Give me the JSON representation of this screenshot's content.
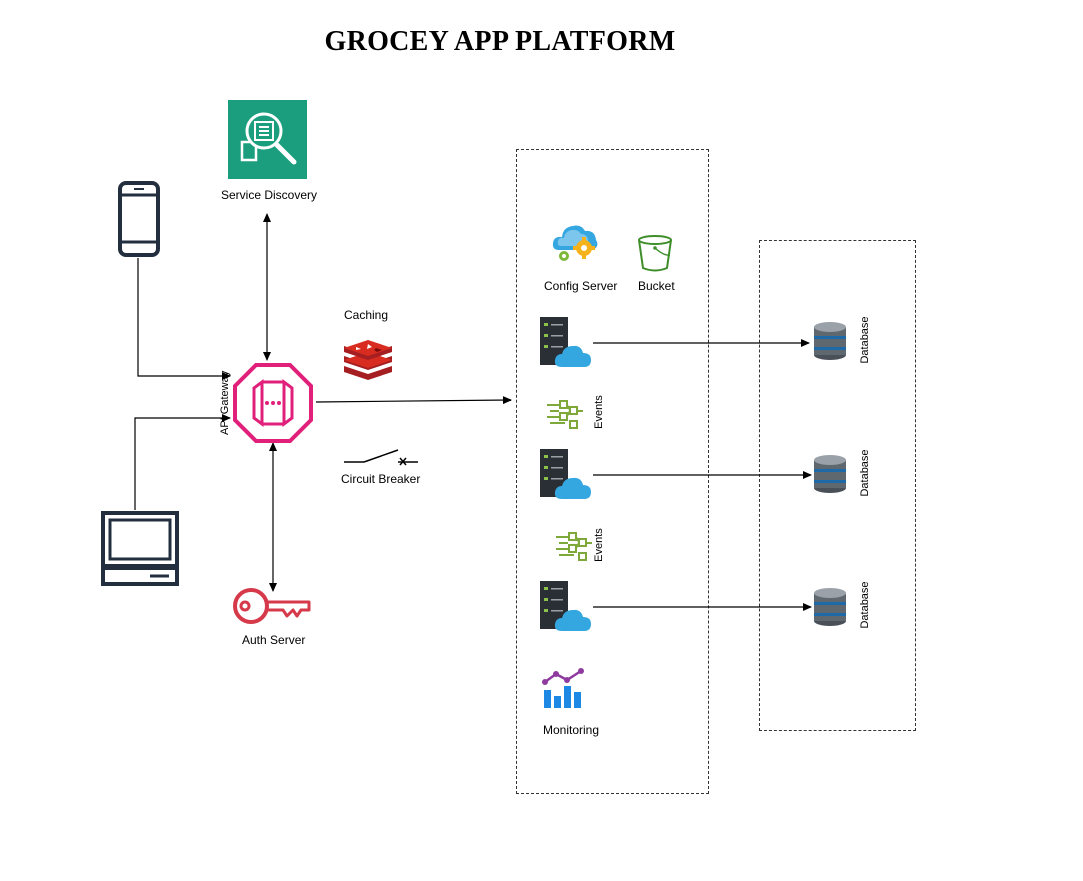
{
  "title": "GROCEY APP PLATFORM",
  "nodes": {
    "service_discovery": "Service Discovery",
    "api_gateway": "API Gateway",
    "caching": "Caching",
    "circuit_breaker": "Circuit Breaker",
    "auth_server": "Auth Server",
    "config_server": "Config Server",
    "bucket": "Bucket",
    "events_1": "Events",
    "events_2": "Events",
    "monitoring": "Monitoring",
    "database_1": "Database",
    "database_2": "Database",
    "database_3": "Database"
  },
  "colors": {
    "service_discovery": "#1a9e7e",
    "api_gateway": "#e0207a",
    "caching": "#c62f2f",
    "auth_server": "#d63a4a",
    "events": "#7fa83a",
    "server_dark": "#2a2f36",
    "cloud_blue": "#35a7e0",
    "gear_yellow": "#f5b21b",
    "bucket_green": "#3e8e2a",
    "database": "#1e6aa8"
  }
}
